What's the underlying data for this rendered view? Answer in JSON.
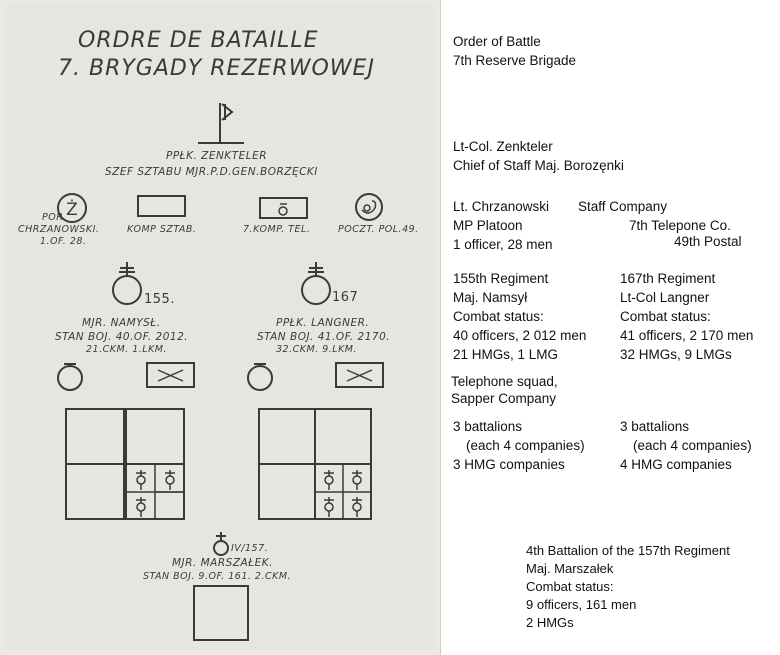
{
  "document": {
    "title_line1": "ORDRE DE BATAILLE",
    "title_line2": "7. BRYGADY REZERWOWEJ",
    "commander": "PPŁK. ZENKTELER",
    "chief_of_staff": "SZEF SZTABU MJR.P.D.GEN.BORZĘCKI",
    "mp_name_1": "POR.",
    "mp_name_2": "CHRZANOWSKI.",
    "mp_strength": "1.OF. 28.",
    "mp_symbol": "Ż",
    "staff_company": "KOMP SZTAB.",
    "telephone_company": "7.KOMP. TEL.",
    "postal": "POCZT. POL.49.",
    "reg155_number": "155.",
    "reg155_cmdr": "MJR. NAMYSŁ.",
    "reg155_stan": "STAN BOJ. 40.OF. 2012.",
    "reg155_mg": "21.CKM. 1.LKM.",
    "reg167_number": "167",
    "reg167_cmdr": "PPŁK. LANGNER.",
    "reg167_stan": "STAN BOJ. 41.OF. 2170.",
    "reg167_mg": "32.CKM. 9.LKM.",
    "bat_number": "IV/157.",
    "bat_cmdr": "MJR. MARSZAŁEK.",
    "bat_stan": "STAN BOJ. 9.OF. 161. 2.CKM."
  },
  "translation": {
    "title1": "Order of Battle",
    "title2": "7th Reserve Brigade",
    "cmd1": "Lt-Col. Zenkteler",
    "cmd2": "Chief of Staff Maj. Borozęnki",
    "mp1": "Lt. Chrzanowski",
    "mp2": "MP Platoon",
    "mp3": "1 officer, 28 men",
    "staff": "Staff Company",
    "tel": "7th Telepone Co.",
    "postal": "49th Postal",
    "r155_1": "155th Regiment",
    "r155_2": "Maj. Namsył",
    "r155_3": "Combat status:",
    "r155_4": "40 officers, 2 012 men",
    "r155_5": "21 HMGs, 1 LMG",
    "r167_1": "167th Regiment",
    "r167_2": "Lt-Col Langner",
    "r167_3": "Combat status:",
    "r167_4": "41 officers, 2 170 men",
    "r167_5": "32 HMGs, 9 LMGs",
    "tel_squad_1": "Telephone squad,",
    "tel_squad_2": "Sapper Company",
    "b155_1": "3 battalions",
    "b155_2": "(each 4 companies)",
    "b155_3": "3 HMG companies",
    "b167_1": "3 battalions",
    "b167_2": "(each 4 companies)",
    "b167_3": "4 HMG companies",
    "iv_1": "4th Battalion of the 157th Regiment",
    "iv_2": "Maj. Marszałek",
    "iv_3": "Combat status:",
    "iv_4": "9 officers, 161 men",
    "iv_5": "2 HMGs"
  }
}
